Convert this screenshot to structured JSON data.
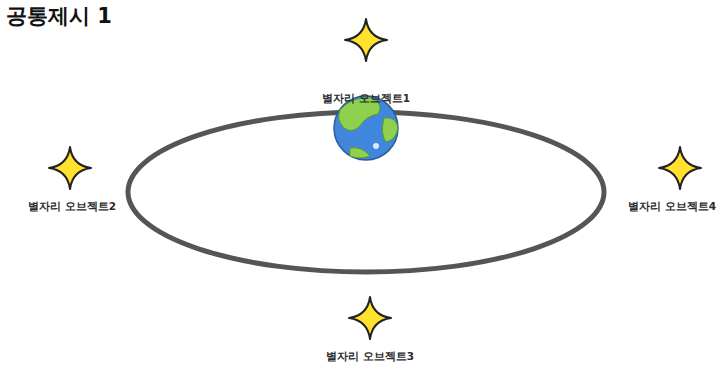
{
  "diagram": {
    "title": "공통제시 1",
    "labels": [
      "별자리 오브젝트1",
      "별자리 오브젝트2",
      "별자리 오브젝트4",
      "별자리 오브젝트3"
    ]
  }
}
